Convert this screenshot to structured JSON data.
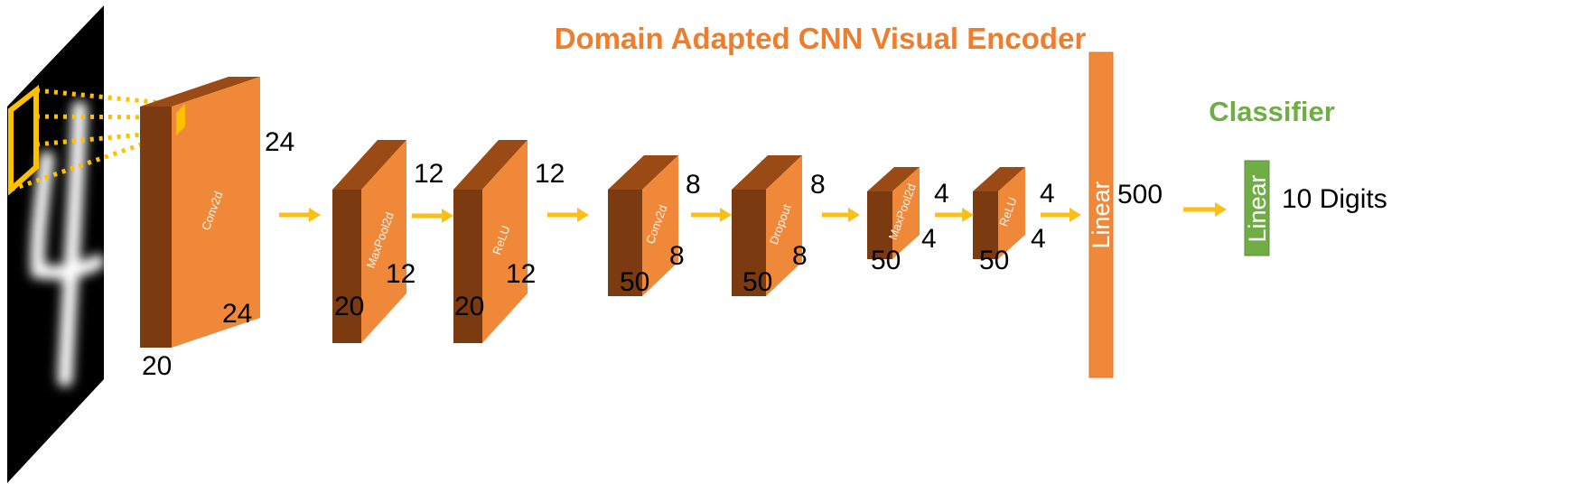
{
  "title": "Domain Adapted CNN Visual Encoder",
  "classifier_title": "Classifier",
  "colors": {
    "front": "#f0883a",
    "side": "#7c3a10",
    "top": "#9a4a14",
    "arrow": "#fbbf16",
    "title": "#ef7d2e",
    "classifier": "#70ad47"
  },
  "input_image": {
    "digit": "4"
  },
  "blocks": [
    {
      "op": "Conv2d",
      "height": "24",
      "width": "24",
      "channels": "20"
    },
    {
      "op": "MaxPool2d",
      "height": "12",
      "width": "12",
      "channels": "20"
    },
    {
      "op": "ReLU",
      "height": "12",
      "width": "12",
      "channels": "20"
    },
    {
      "op": "Conv2d",
      "height": "8",
      "width": "8",
      "channels": "50"
    },
    {
      "op": "Dropout",
      "height": "8",
      "width": "8",
      "channels": "50"
    },
    {
      "op": "MaxPool2d",
      "height": "4",
      "width": "4",
      "channels": "50"
    },
    {
      "op": "ReLU",
      "height": "4",
      "width": "4",
      "channels": "50"
    }
  ],
  "encoder_linear": {
    "label": "Linear",
    "size": "500"
  },
  "classifier_linear": {
    "label": "Linear",
    "output": "10 Digits"
  }
}
